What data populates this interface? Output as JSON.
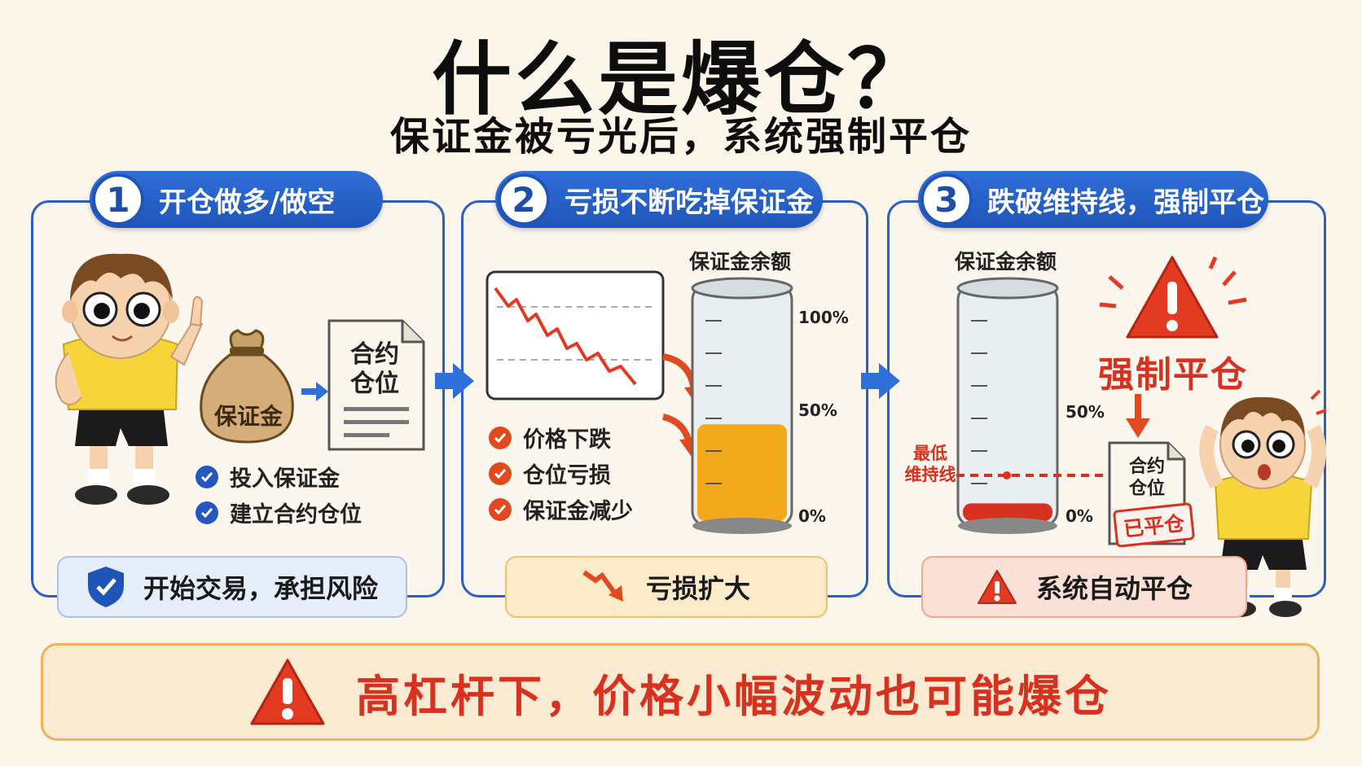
{
  "title": "什么是爆仓？",
  "subtitle": "保证金被亏光后，系统强制平仓",
  "steps": [
    {
      "num": "1",
      "title": "开仓做多/做空",
      "bag_label": "保证金",
      "doc_line1": "合约",
      "doc_line2": "仓位",
      "checks": [
        "投入保证金",
        "建立合约仓位"
      ],
      "footer": "开始交易，承担风险"
    },
    {
      "num": "2",
      "title": "亏损不断吃掉保证金",
      "column_title": "保证金余额",
      "levels": [
        "100%",
        "50%",
        "0%"
      ],
      "fill_fraction": 0.44,
      "checks": [
        "价格下跌",
        "仓位亏损",
        "保证金减少"
      ],
      "footer": "亏损扩大"
    },
    {
      "num": "3",
      "title": "跌破维持线，强制平仓",
      "column_title": "保证金余额",
      "levels": [
        "50%",
        "0%"
      ],
      "maintenance_line1": "最低",
      "maintenance_line2": "维持线",
      "fill_fraction": 0.08,
      "warning": "强制平仓",
      "doc_line1": "合约",
      "doc_line2": "仓位",
      "stamp": "已平仓",
      "footer": "系统自动平仓"
    }
  ],
  "bottom_warning": "高杠杆下，价格小幅波动也可能爆仓",
  "colors": {
    "blue": "#2c5fbf",
    "red": "#d7311f",
    "orange": "#f0b35a",
    "gold": "#f2a91c"
  }
}
